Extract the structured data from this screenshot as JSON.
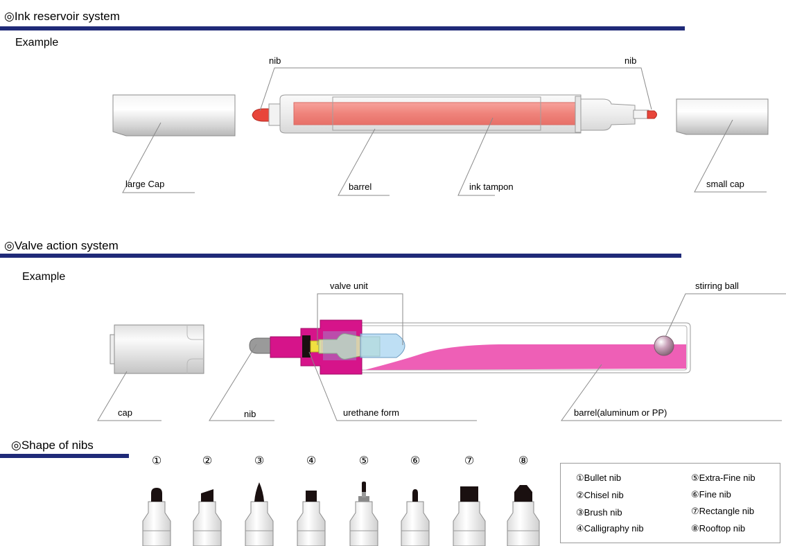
{
  "sections": {
    "ink_reservoir": {
      "title": "◎Ink reservoir system",
      "example": "Example"
    },
    "valve_action": {
      "title": "◎Valve action system",
      "example": "Example"
    },
    "nib_shapes": {
      "title": "◎Shape of nibs"
    }
  },
  "ink_labels": {
    "nib_left": "nib",
    "nib_right": "nib",
    "large_cap": "large Cap",
    "barrel": "barrel",
    "ink_tampon": "ink tampon",
    "small_cap": "small cap"
  },
  "valve_labels": {
    "valve_unit": "valve unit",
    "stirring_ball": "stirring ball",
    "cap": "cap",
    "nib": "nib",
    "urethane_form": "urethane form",
    "barrel": "barrel(aluminum or PP)"
  },
  "nibs": {
    "numbers": [
      "①",
      "②",
      "③",
      "④",
      "⑤",
      "⑥",
      "⑦",
      "⑧"
    ],
    "legend": [
      "①Bullet nib",
      "②Chisel nib",
      "③Brush nib",
      "④Calligraphy nib",
      "⑤Extra-Fine nib",
      "⑥Fine nib",
      "⑦Rectangle nib",
      "⑧Rooftop nib"
    ]
  },
  "colors": {
    "rule": "#1f2a78",
    "ink_red": "#e8453a",
    "tampon": "#f08a84",
    "valve_magenta": "#d6148a",
    "ink_pink": "#ee5fb6",
    "nib_black": "#1a1010"
  }
}
